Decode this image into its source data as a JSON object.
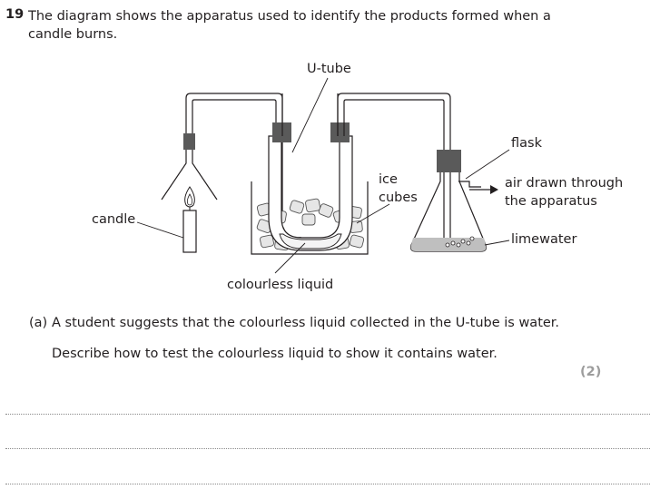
{
  "question": {
    "number": "19",
    "text_line1": "The diagram shows the apparatus used to identify the products formed when a",
    "text_line2": "candle burns."
  },
  "diagram": {
    "labels": {
      "u_tube": "U-tube",
      "flask": "flask",
      "ice_line1": "ice",
      "ice_line2": "cubes",
      "air_line1": "air drawn through",
      "air_line2": "the apparatus",
      "candle": "candle",
      "limewater": "limewater",
      "colourless_liquid": "colourless liquid"
    }
  },
  "part_a": {
    "label": "(a)",
    "text": "A student suggests that the colourless liquid collected in the U-tube is water.",
    "instruction": "Describe how to test the colourless liquid to show it contains water.",
    "marks": "(2)"
  },
  "answer_lines": 3
}
